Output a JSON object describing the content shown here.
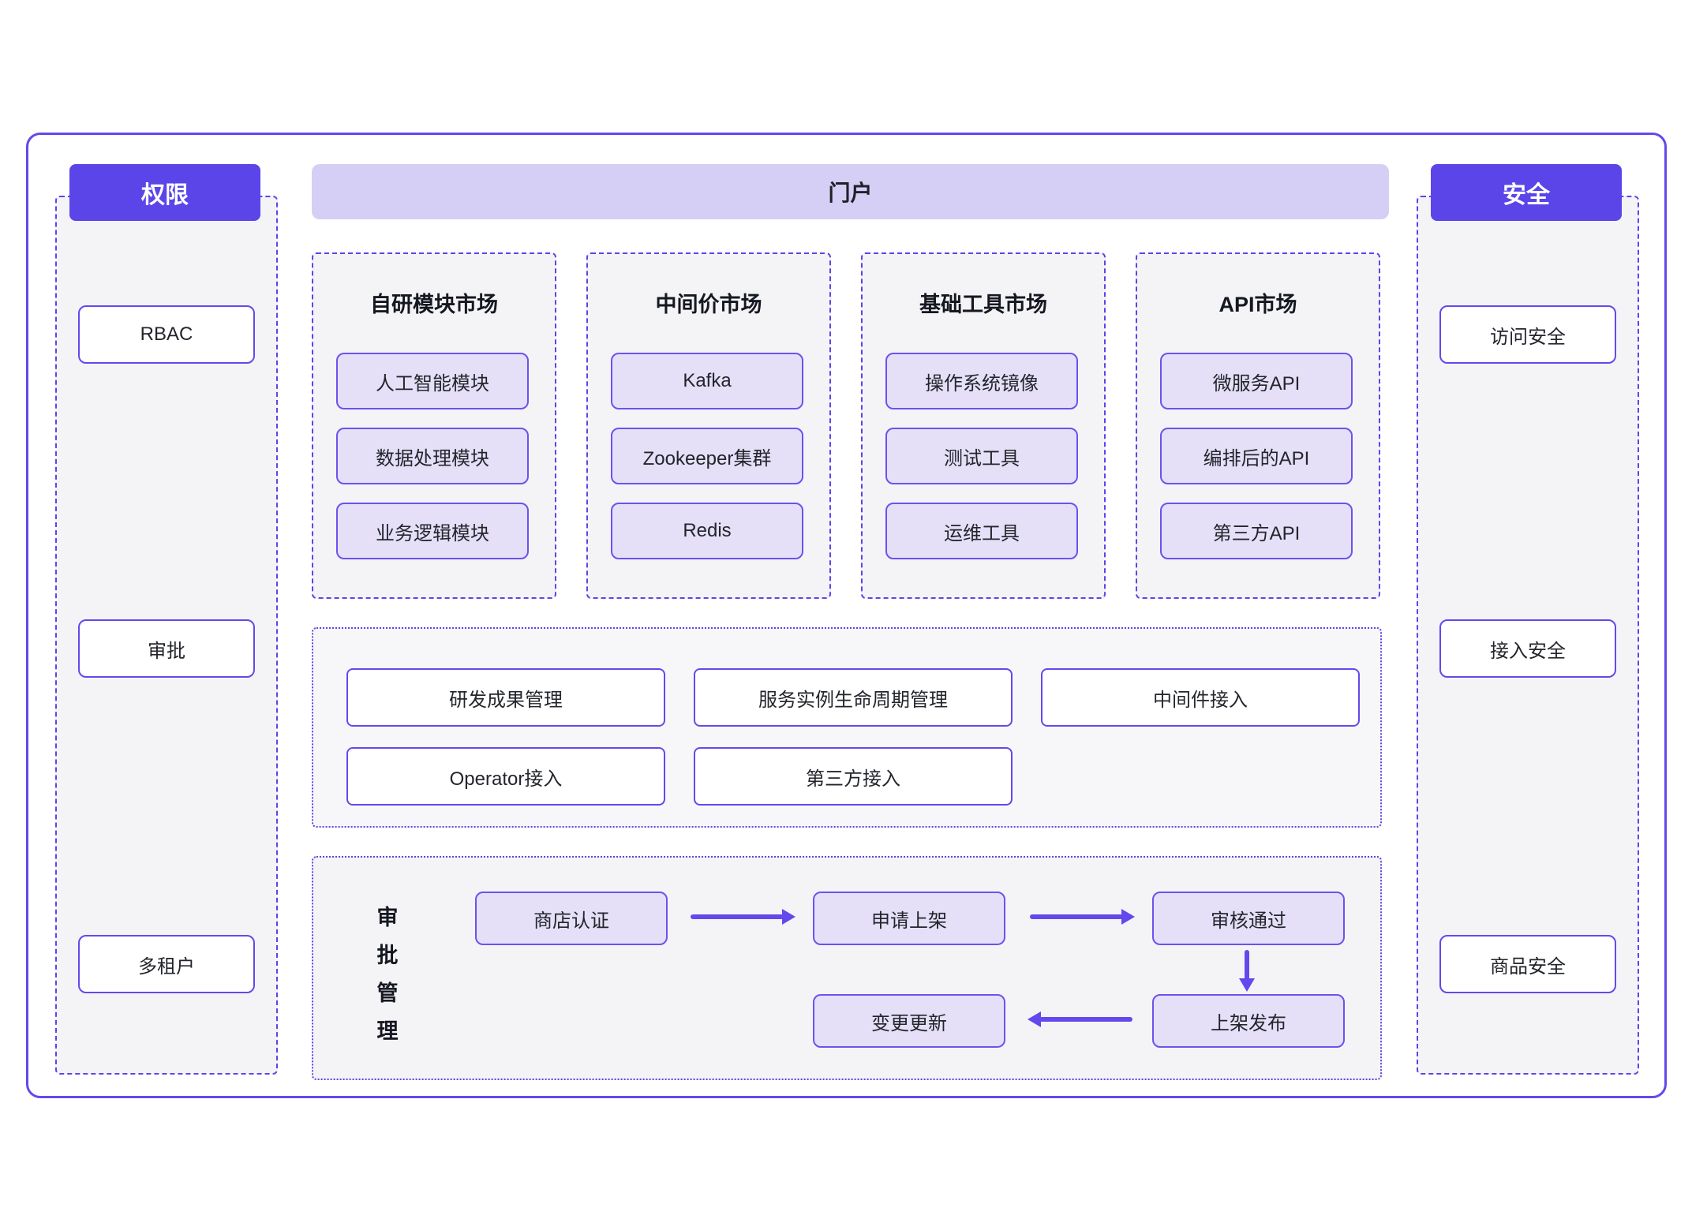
{
  "palette": {
    "accent_purple": "#5b45e9",
    "border_purple": "#6448ec",
    "item_fill_purple": "#e5e0f8",
    "portal_bar_fill": "#d5cef5",
    "panel_bg": "#f4f4f7",
    "text_dark": "#1f2129"
  },
  "permissions_panel": {
    "title": "权限",
    "items": [
      "RBAC",
      "审批",
      "多租户"
    ]
  },
  "security_panel": {
    "title": "安全",
    "items": [
      "访问安全",
      "接入安全",
      "商品安全"
    ]
  },
  "portal": {
    "title": "门户",
    "markets": [
      {
        "title": "自研模块市场",
        "items": [
          "人工智能模块",
          "数据处理模块",
          "业务逻辑模块"
        ]
      },
      {
        "title": "中间价市场",
        "items": [
          "Kafka",
          "Zookeeper集群",
          "Redis"
        ]
      },
      {
        "title": "基础工具市场",
        "items": [
          "操作系统镜像",
          "测试工具",
          "运维工具"
        ]
      },
      {
        "title": "API市场",
        "items": [
          "微服务API",
          "编排后的API",
          "第三方API"
        ]
      }
    ],
    "management_boxes": {
      "row1": [
        "研发成果管理",
        "服务实例生命周期管理",
        "中间件接入"
      ],
      "row2": [
        "Operator接入",
        "第三方接入"
      ]
    },
    "approval": {
      "label": "审批管理",
      "steps": [
        "商店认证",
        "申请上架",
        "审核通过",
        "上架发布",
        "变更更新"
      ]
    }
  }
}
